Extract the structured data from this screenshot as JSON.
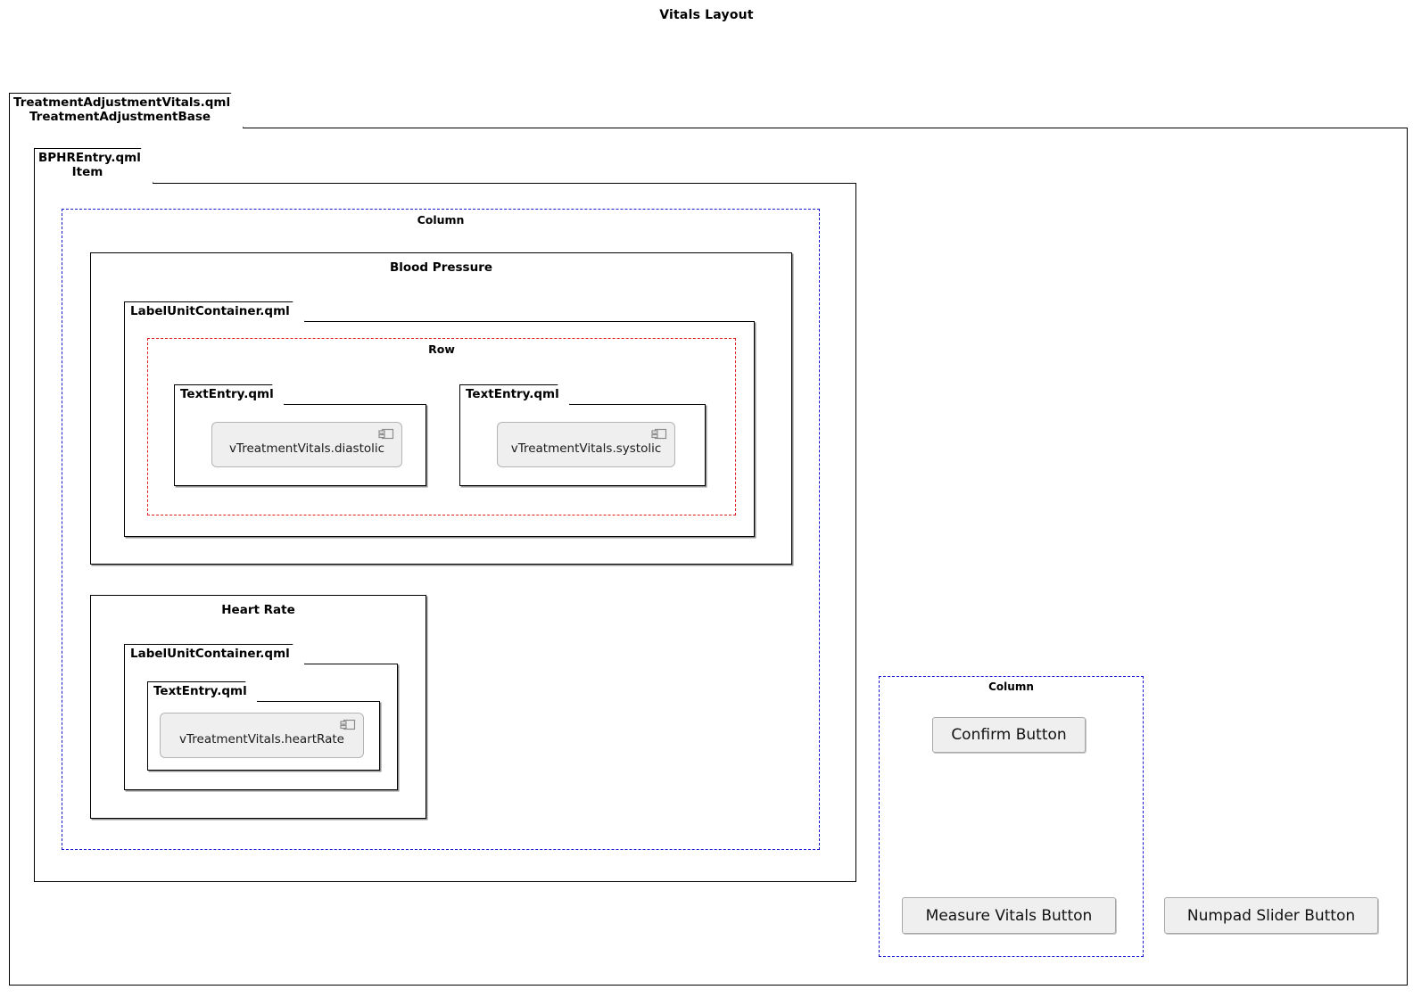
{
  "diagram": {
    "title": "Vitals Layout"
  },
  "packages": {
    "root": {
      "file": "TreatmentAdjustmentVitals.qml",
      "type": "TreatmentAdjustmentBase"
    },
    "bphrentry": {
      "file": "BPHREntry.qml",
      "type": "Item"
    },
    "label_unit_bp": {
      "file": "LabelUnitContainer.qml"
    },
    "label_unit_hr": {
      "file": "LabelUnitContainer.qml"
    },
    "text_entry_diastolic": {
      "file": "TextEntry.qml"
    },
    "text_entry_systolic": {
      "file": "TextEntry.qml"
    },
    "text_entry_heartrate": {
      "file": "TextEntry.qml"
    }
  },
  "layouts": {
    "main_column": {
      "label": "Column"
    },
    "bp_row": {
      "label": "Row"
    },
    "button_column": {
      "label": "Column"
    }
  },
  "groups": {
    "blood_pressure": {
      "title": "Blood Pressure"
    },
    "heart_rate": {
      "title": "Heart Rate"
    }
  },
  "components": {
    "diastolic": {
      "label": "vTreatmentVitals.diastolic",
      "icon": "uml-component-icon"
    },
    "systolic": {
      "label": "vTreatmentVitals.systolic",
      "icon": "uml-component-icon"
    },
    "heart_rate": {
      "label": "vTreatmentVitals.heartRate",
      "icon": "uml-component-icon"
    }
  },
  "buttons": {
    "confirm": {
      "label": "Confirm Button"
    },
    "measure_vitals": {
      "label": "Measure Vitals Button"
    },
    "numpad_slider": {
      "label": "Numpad Slider Button"
    }
  },
  "colors": {
    "package_cyan": "#bfeaf8",
    "package_alice": "#eef5fd",
    "layout_column_border": "#1717cf",
    "layout_row_border": "#e02020",
    "button_fill": "#efefef",
    "component_fill": "#efefef"
  }
}
